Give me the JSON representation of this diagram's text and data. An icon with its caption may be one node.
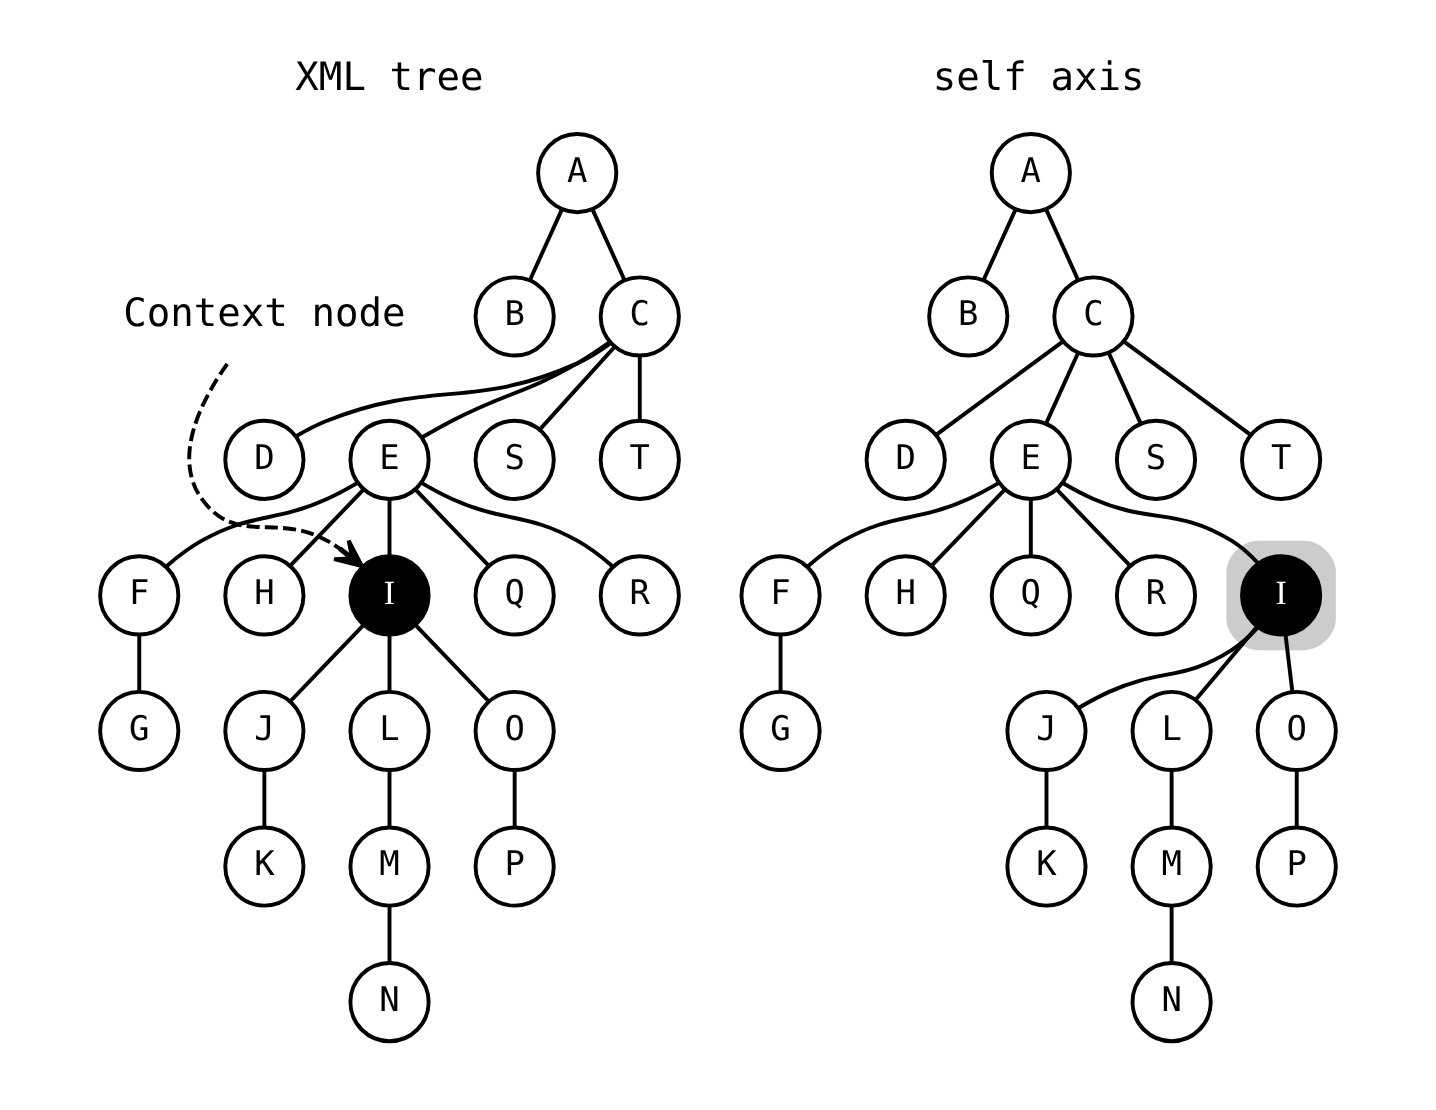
{
  "diagram": {
    "nodes": [
      {
        "text": [
          "A"
        ]
      },
      {
        "text": [
          "B"
        ]
      },
      {
        "text": [
          "C"
        ]
      },
      {
        "text": [
          "D"
        ]
      },
      {
        "text": [
          "E"
        ]
      },
      {
        "text": [
          "S"
        ]
      },
      {
        "text": [
          "T"
        ]
      },
      {
        "text": [
          "F"
        ]
      },
      {
        "text": [
          "H"
        ]
      },
      {
        "text": [
          "I"
        ]
      },
      {
        "text": [
          "Q"
        ]
      },
      {
        "text": [
          "R"
        ]
      },
      {
        "text": [
          "G"
        ]
      },
      {
        "text": [
          "J"
        ]
      },
      {
        "text": [
          "L"
        ]
      },
      {
        "text": [
          "O"
        ]
      },
      {
        "text": [
          "K"
        ]
      },
      {
        "text": [
          "M"
        ]
      },
      {
        "text": [
          "P"
        ]
      },
      {
        "text": [
          "N"
        ]
      },
      {
        "text": [
          "Context node"
        ]
      },
      {
        "text": [
          "A"
        ]
      },
      {
        "text": [
          "B"
        ]
      },
      {
        "text": [
          "C"
        ]
      },
      {
        "text": [
          "D"
        ]
      },
      {
        "text": [
          "E"
        ]
      },
      {
        "text": [
          "S"
        ]
      },
      {
        "text": [
          "T"
        ]
      },
      {
        "text": [
          "F"
        ]
      },
      {
        "text": [
          "H"
        ]
      },
      {
        "text": [],
        "shape": "box"
      },
      {
        "text": [
          "I"
        ],
        "in": 30
      },
      {
        "text": [
          "Q"
        ]
      },
      {
        "text": [
          "R"
        ]
      },
      {
        "text": [
          "G"
        ]
      },
      {
        "text": [
          "J"
        ]
      },
      {
        "text": [
          "L"
        ]
      },
      {
        "text": [
          "O"
        ]
      },
      {
        "text": [
          "K"
        ]
      },
      {
        "text": [
          "M"
        ]
      },
      {
        "text": [
          "P"
        ]
      },
      {
        "text": [
          "N"
        ]
      }
    ],
    "edges": [
      {
        "from": 0,
        "to": 1,
        "arrow": "none"
      },
      {
        "from": 0,
        "to": 2,
        "arrow": "none"
      },
      {
        "from": 2,
        "to": 3,
        "arrow": "none"
      },
      {
        "from": 2,
        "to": 4,
        "arrow": "none"
      },
      {
        "from": 2,
        "to": 5,
        "arrow": "none"
      },
      {
        "from": 2,
        "to": 6,
        "arrow": "none"
      },
      {
        "from": 4,
        "to": 7,
        "arrow": "none"
      },
      {
        "from": 4,
        "to": 8,
        "arrow": "none"
      },
      {
        "from": 4,
        "to": 9,
        "arrow": "none"
      },
      {
        "from": 4,
        "to": 10,
        "arrow": "none"
      },
      {
        "from": 4,
        "to": 11,
        "arrow": "none"
      },
      {
        "from": 7,
        "to": 12,
        "arrow": "none"
      },
      {
        "from": 9,
        "to": 13,
        "arrow": "none"
      },
      {
        "from": 9,
        "to": 14,
        "arrow": "none"
      },
      {
        "from": 9,
        "to": 15,
        "arrow": "none"
      },
      {
        "from": 13,
        "to": 16,
        "arrow": "none"
      },
      {
        "from": 14,
        "to": 17,
        "arrow": "none"
      },
      {
        "from": 15,
        "to": 18,
        "arrow": "none"
      },
      {
        "from": 17,
        "to": 19,
        "arrow": "none"
      },
      {
        "from": 20,
        "to": 9,
        "arrow": "to",
        "style": "dashed"
      },
      {
        "from": 21,
        "to": 22,
        "arrow": "none"
      },
      {
        "from": 21,
        "to": 23,
        "arrow": "none"
      },
      {
        "from": 23,
        "to": 24,
        "arrow": "none"
      },
      {
        "from": 23,
        "to": 25,
        "arrow": "none"
      },
      {
        "from": 23,
        "to": 26,
        "arrow": "none"
      },
      {
        "from": 23,
        "to": 27,
        "arrow": "none"
      },
      {
        "from": 25,
        "to": 28,
        "arrow": "none"
      },
      {
        "from": 25,
        "to": 29,
        "arrow": "none"
      },
      {
        "from": 25,
        "to": 31,
        "arrow": "none"
      },
      {
        "from": 25,
        "to": 32,
        "arrow": "none"
      },
      {
        "from": 25,
        "to": 33,
        "arrow": "none"
      },
      {
        "from": 28,
        "to": 34,
        "arrow": "none"
      },
      {
        "from": 31,
        "to": 35,
        "arrow": "none"
      },
      {
        "from": 31,
        "to": 36,
        "arrow": "none"
      },
      {
        "from": 31,
        "to": 37,
        "arrow": "none"
      },
      {
        "from": 35,
        "to": 38,
        "arrow": "none"
      },
      {
        "from": 36,
        "to": 39,
        "arrow": "none"
      },
      {
        "from": 37,
        "to": 40,
        "arrow": "none"
      },
      {
        "from": 39,
        "to": 41,
        "arrow": "none"
      }
    ],
    "labels": [
      "XML tree",
      "self axis"
    ]
  }
}
